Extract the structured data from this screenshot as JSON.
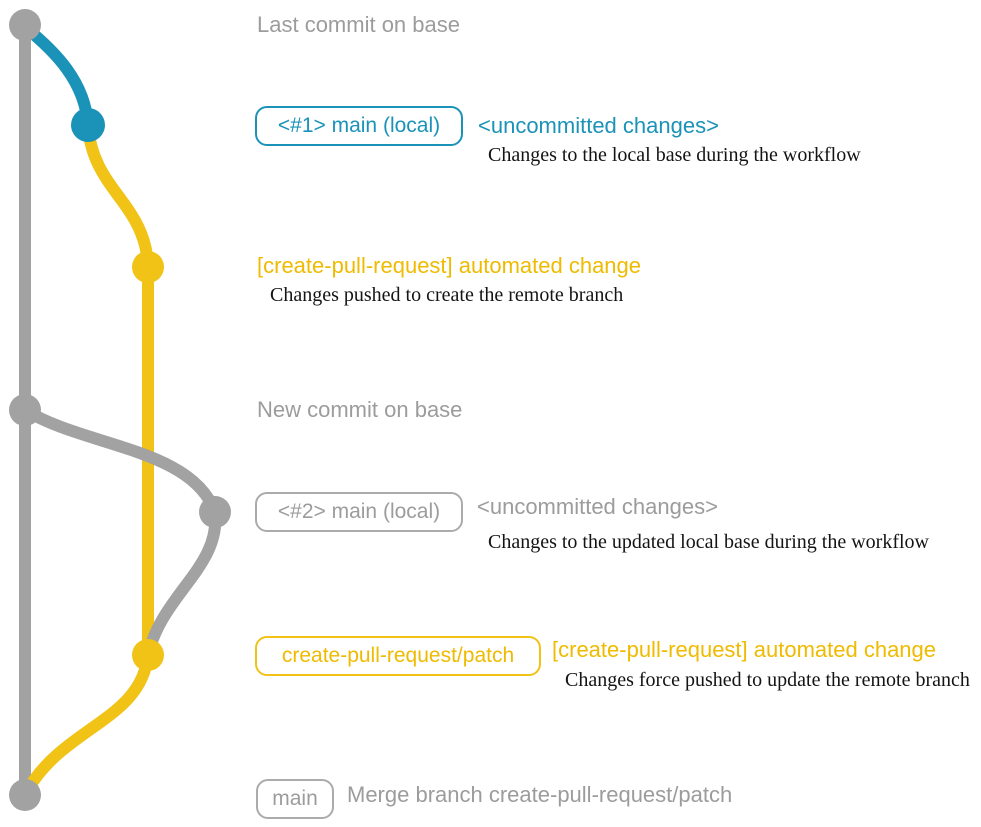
{
  "colors": {
    "gray": "#a2a2a2",
    "teal": "#1b93b8",
    "yellow": "#f0c316",
    "text_gray": "#9c9c9c",
    "text_yellow": "#efbb00",
    "text_black": "#141414"
  },
  "graph": {
    "branches": [
      {
        "name": "base",
        "color": "#a2a2a2"
      },
      {
        "name": "main (local)",
        "color": "#1b93b8"
      },
      {
        "name": "create-pull-request/patch",
        "color": "#f0c316"
      }
    ],
    "commits": [
      {
        "id": "last-commit-on-base",
        "color": "#a2a2a2"
      },
      {
        "id": "uncommitted-changes-1",
        "color": "#1b93b8"
      },
      {
        "id": "automated-change-1",
        "color": "#f0c316"
      },
      {
        "id": "new-commit-on-base",
        "color": "#a2a2a2"
      },
      {
        "id": "uncommitted-changes-2",
        "color": "#a2a2a2"
      },
      {
        "id": "automated-change-2",
        "color": "#f0c316"
      },
      {
        "id": "merge-commit",
        "color": "#a2a2a2"
      }
    ]
  },
  "rows": {
    "row1": {
      "title": "Last commit on base"
    },
    "row2": {
      "badge": "<#1> main (local)",
      "headline": "<uncommitted changes>",
      "description": "Changes to the local base during the workflow"
    },
    "row3": {
      "headline": "[create-pull-request] automated change",
      "description": "Changes pushed to create the remote branch"
    },
    "row4": {
      "title": "New commit on base"
    },
    "row5": {
      "badge": "<#2> main (local)",
      "headline": "<uncommitted changes>",
      "description": "Changes to the updated local base during the workflow"
    },
    "row6": {
      "badge": "create-pull-request/patch",
      "headline": "[create-pull-request] automated change",
      "description": "Changes force pushed to update the remote branch"
    },
    "row7": {
      "badge": "main",
      "headline": "Merge branch create-pull-request/patch"
    }
  }
}
